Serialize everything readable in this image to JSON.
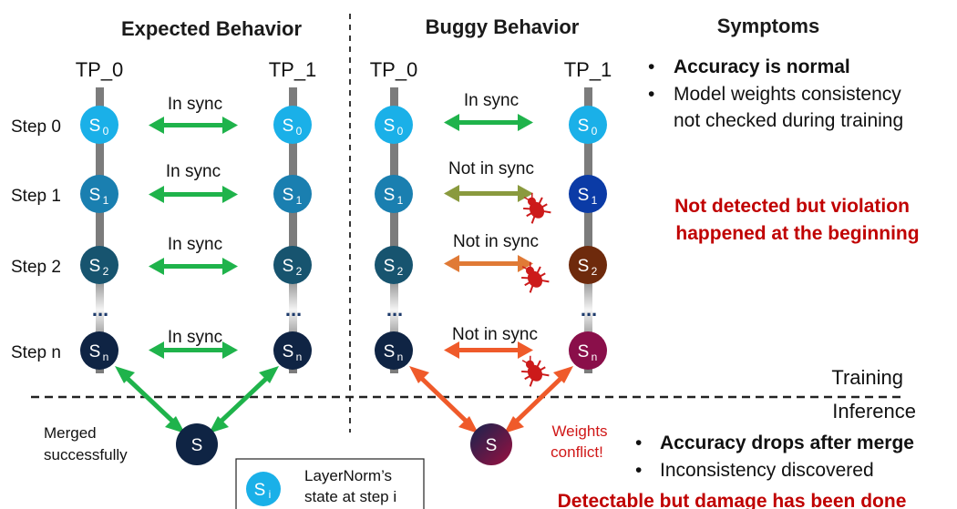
{
  "titles": {
    "expected": "Expected Behavior",
    "buggy": "Buggy Behavior",
    "symptoms": "Symptoms"
  },
  "ranks": {
    "tp0": "TP_0",
    "tp1": "TP_1"
  },
  "steps": [
    "Step 0",
    "Step 1",
    "Step 2",
    "Step n"
  ],
  "ellipsis": "...",
  "node_letter": "S",
  "node_subscripts": [
    "0",
    "1",
    "2",
    "n"
  ],
  "merged_letter": "S",
  "expected_sync_labels": [
    "In sync",
    "In sync",
    "In sync",
    "In sync"
  ],
  "buggy_sync_labels": [
    "In sync",
    "Not in sync",
    "Not in sync",
    "Not in sync"
  ],
  "merged_label_line1": "Merged",
  "merged_label_line2": "successfully",
  "conflict_line1": "Weights",
  "conflict_line2": "conflict!",
  "phase_training": "Training",
  "phase_inference": "Inference",
  "symptoms_training": {
    "bullet1": "Accuracy is normal",
    "bullet2_line1": "Model weights consistency",
    "bullet2_line2": "not checked during training",
    "alert_line1": "Not detected but violation",
    "alert_line2": "happened at the beginning"
  },
  "symptoms_inference": {
    "bullet1": "Accuracy drops after merge",
    "bullet2": "Inconsistency discovered",
    "alert": "Detectable but damage has been done"
  },
  "legend": {
    "letter": "S",
    "subscript": "i",
    "line1": "LayerNorm’s",
    "line2": "state at step i"
  },
  "colors": {
    "step0": "#1ab0e8",
    "step1": "#1a7fb0",
    "step2": "#17546f",
    "stepn": "#0f2444",
    "buggy_step1": "#0b3ba6",
    "buggy_step2": "#6e2a0c",
    "buggy_stepn": "#8a0f4a",
    "merged": "#0f2444",
    "sync_arrow": "#1fb34b",
    "olive_arrow": "#8a9a3e",
    "orange_arrow": "#e07a36",
    "red_arrow": "#ef5a2a",
    "alert_red": "#c00000",
    "bug": "#cc1a1a"
  }
}
